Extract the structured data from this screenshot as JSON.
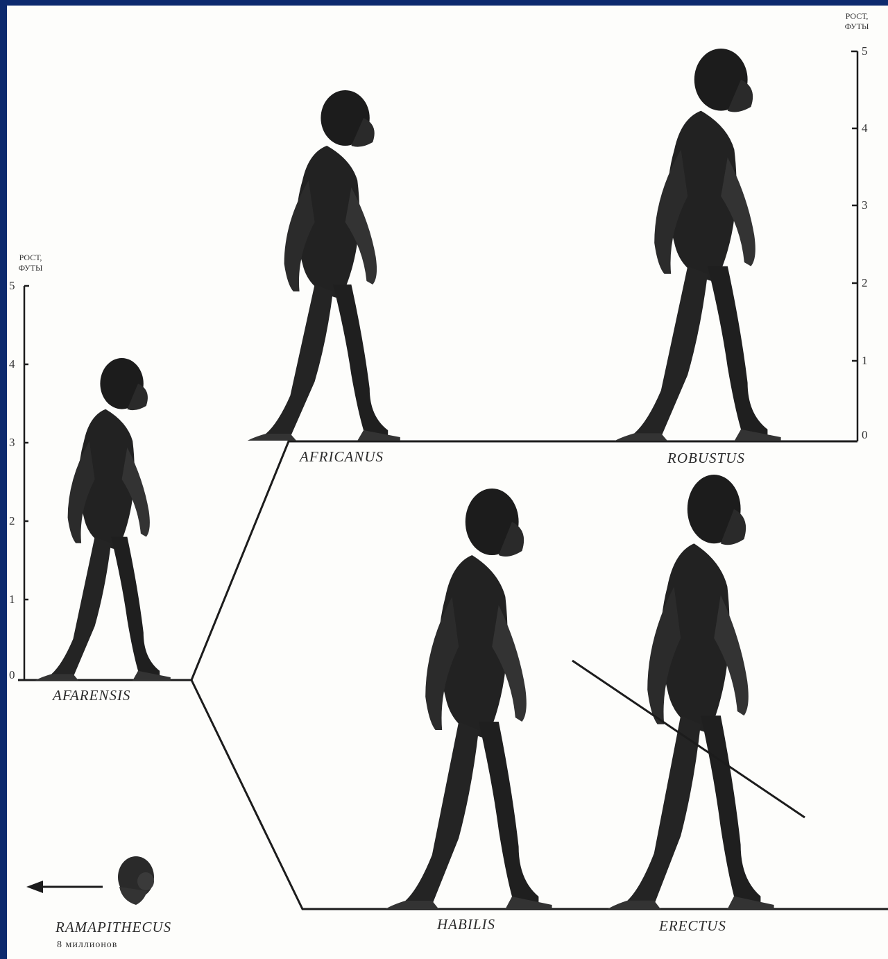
{
  "axis_left": {
    "title_line1": "РОСТ,",
    "title_line2": "ФУТЫ",
    "ticks": [
      "0",
      "1",
      "2",
      "3",
      "4",
      "5"
    ]
  },
  "axis_right": {
    "title_line1": "РОСТ,",
    "title_line2": "ФУТЫ",
    "ticks": [
      "0",
      "1",
      "2",
      "3",
      "4",
      "5"
    ]
  },
  "species": {
    "afarensis": "AFARENSIS",
    "africanus": "AFRICANUS",
    "robustus": "ROBUSTUS",
    "habilis": "HABILIS",
    "erectus": "ERECTUS",
    "ramapithecus": "RAMAPITHECUS",
    "ramapithecus_age": "8 миллионов"
  },
  "colors": {
    "frame_border": "#0d2a6e",
    "paper": "#fdfdfb",
    "ink": "#1c1c1c"
  },
  "icons": [
    "arrow-left-icon",
    "hominid-figure-icon",
    "spear-icon"
  ]
}
